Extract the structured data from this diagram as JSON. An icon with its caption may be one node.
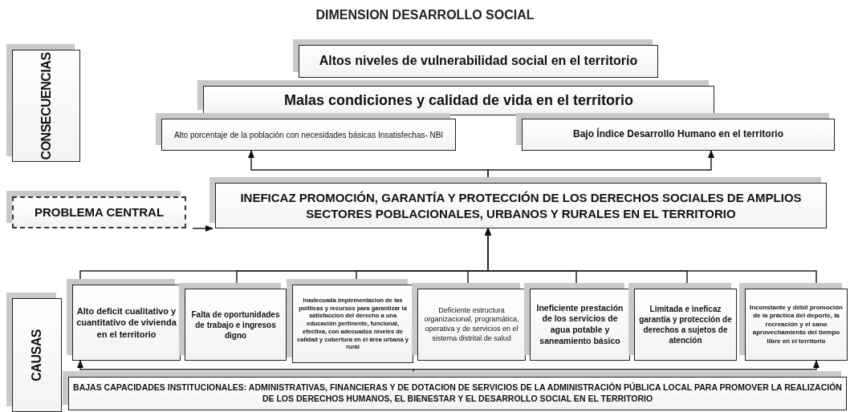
{
  "diagram": {
    "title": "DIMENSION DESARROLLO SOCIAL",
    "nodes": [
      {
        "text": [
          "CONSECUENCIAS"
        ]
      },
      {
        "text": [
          "Altos niveles de vulnerabilidad social en el territorio"
        ]
      },
      {
        "text": [
          "Malas condiciones y calidad de vida en el territorio"
        ]
      },
      {
        "text": [
          "Alto porcentaje de la población con necesidades básicas Insatisfechas- NBI"
        ]
      },
      {
        "text": [
          "Bajo Índice Desarrollo Humano en el territorio"
        ]
      },
      {
        "text": [
          "PROBLEMA CENTRAL"
        ]
      },
      {
        "text": [
          "INEFICAZ PROMOCIÓN, GARANTÍA Y PROTECCIÓN  DE LOS DERECHOS SOCIALES DE AMPLIOS SECTORES POBLACIONALES, URBANOS Y RURALES EN EL TERRITORIO"
        ]
      },
      {
        "text": [
          "Alto deficit cualitativo y cuantitativo de vivienda en el territorio"
        ]
      },
      {
        "text": [
          "Falta de oportunidades de trabajo e ingresos digno"
        ]
      },
      {
        "text": [
          "Inadecuada implementacion de las politicas y recursos para garantizar la satisfaccion del derecho a una educación pertinente, funcional, efectiva, con adecuados niveles de calidad y cobertura en el área urbana y rural"
        ]
      },
      {
        "text": [
          "Deficiente estructura organizacional, programática, operativa y de servicios en el sistema distrital de salud"
        ]
      },
      {
        "text": [
          "Ineficiente prestación de los servicios de agua potable y saneamiento básico"
        ]
      },
      {
        "text": [
          "Limitada e ineficaz garantía y protección de derechos a sujetos de atención"
        ]
      },
      {
        "text": [
          "Inconstante y débil promoción de la práctica del deporte, la recreación y el sano aprovechamiento del tiempo libre en el territorio"
        ]
      },
      {
        "text": [
          "CAUSAS"
        ]
      },
      {
        "text": [
          "BAJAS CAPACIDADES INSTITUCIONALES: ADMINISTRATIVAS, FINANCIERAS Y DE DOTACION DE SERVICIOS DE LA ADMINISTRACIÓN PÚBLICA LOCAL PARA PROMOVER LA REALIZACIÓN DE LOS DERECHOS HUMANOS, EL BIENESTAR Y EL DESARROLLO SOCIAL EN EL TERRITORIO"
        ]
      }
    ],
    "edges": [
      {
        "from": 6,
        "to": 3,
        "arrow": "to"
      },
      {
        "from": 6,
        "to": 4,
        "arrow": "to"
      },
      {
        "from": 7,
        "to": 6,
        "arrow": "to"
      },
      {
        "from": 8,
        "to": 6,
        "arrow": "to"
      },
      {
        "from": 9,
        "to": 6,
        "arrow": "to"
      },
      {
        "from": 10,
        "to": 6,
        "arrow": "to"
      },
      {
        "from": 11,
        "to": 6,
        "arrow": "to"
      },
      {
        "from": 12,
        "to": 6,
        "arrow": "to"
      },
      {
        "from": 13,
        "to": 6,
        "arrow": "to"
      },
      {
        "from": 15,
        "to": 7,
        "arrow": "to"
      },
      {
        "from": 15,
        "to": 13,
        "arrow": "to"
      },
      {
        "from": 5,
        "to": 6,
        "arrow": "to"
      }
    ]
  }
}
